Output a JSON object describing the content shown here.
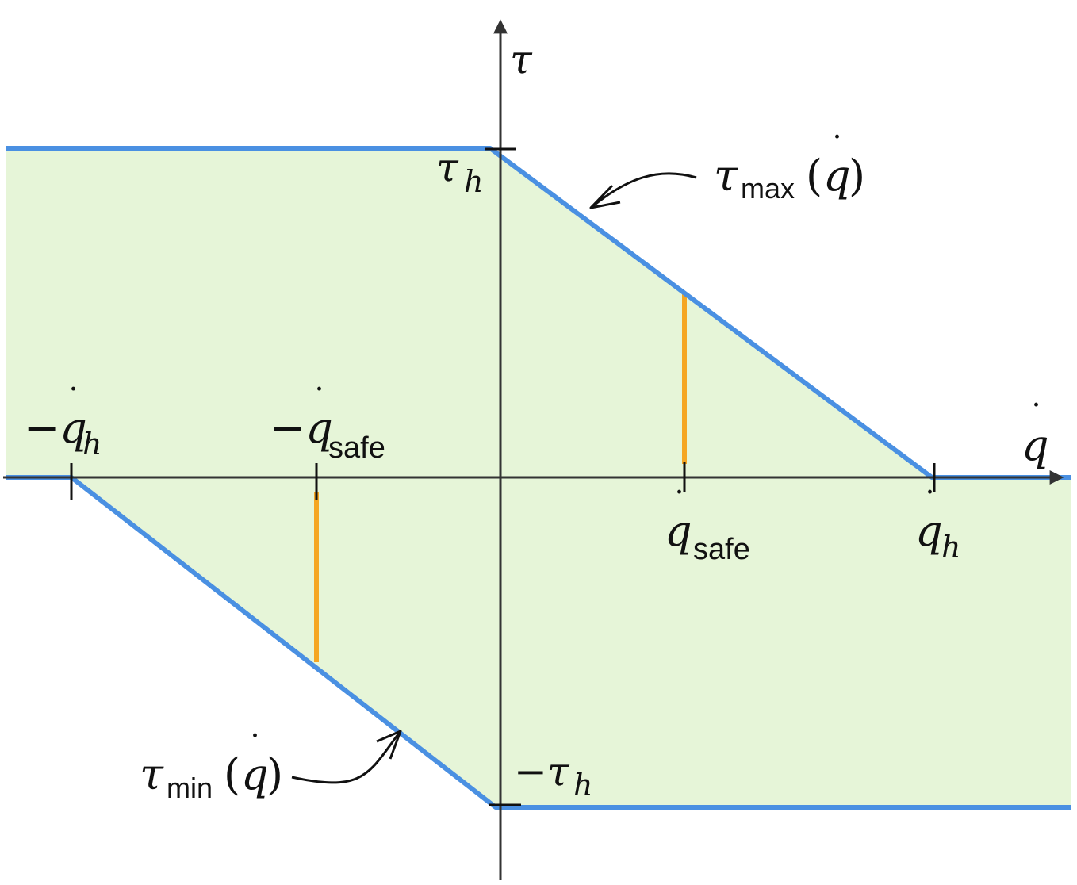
{
  "axes": {
    "y_symbol": "τ",
    "x_symbol": "q",
    "x_symbol_dot": "˙"
  },
  "ticks": {
    "tau_h": {
      "base": "τ",
      "sub": "h"
    },
    "neg_tau_h": {
      "base": "−τ",
      "sub": "h"
    },
    "qdot_h": {
      "base": "q",
      "sub": "h"
    },
    "neg_qdot_h": {
      "base": "−q",
      "sub": "h"
    },
    "qdot_safe": {
      "base": "q",
      "sub": "safe"
    },
    "neg_qdot_safe": {
      "base": "−q",
      "sub": "safe"
    }
  },
  "annotations": {
    "tau_max": {
      "base": "τ",
      "sub": "max",
      "open": "(",
      "arg": "q",
      "close": ")"
    },
    "tau_min": {
      "base": "τ",
      "sub": "min",
      "open": "(",
      "arg": "q",
      "close": ")"
    }
  },
  "colors": {
    "region_fill": "#e6f5d8",
    "boundary": "#4a90e2",
    "safe_segment": "#f5a623",
    "axis": "#333333"
  }
}
